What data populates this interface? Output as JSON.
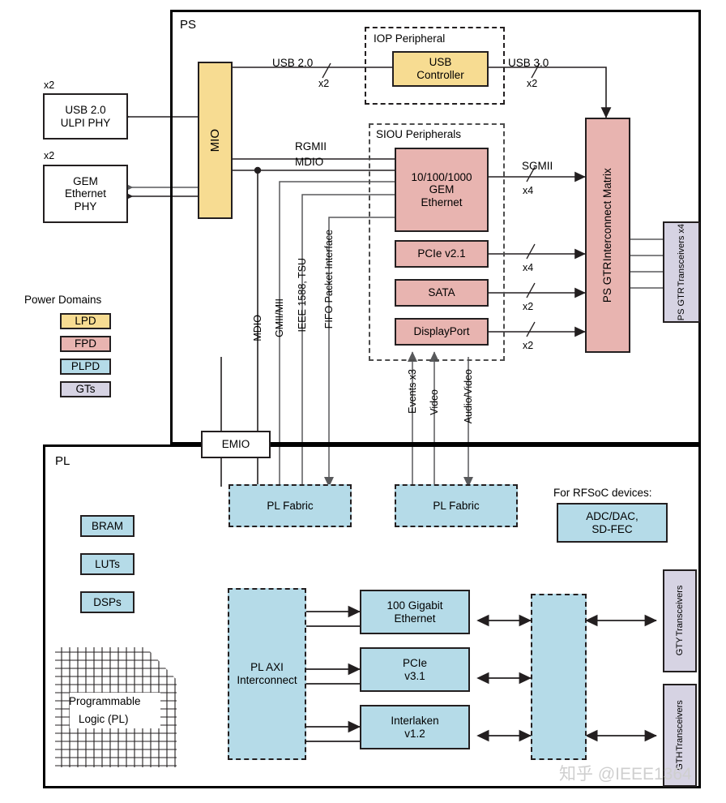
{
  "diagram": {
    "title_ps": "PS",
    "title_pl": "PL",
    "watermark": "知乎 @IEEE1364"
  },
  "ps": {
    "mio": "MIO",
    "emio": "EMIO",
    "iop_group": "IOP Peripheral",
    "usb_controller": "USB\nController",
    "usb_controller_l1": "USB",
    "usb_controller_l2": "Controller",
    "siou_group": "SIOU Peripherals",
    "gem": {
      "l1": "10/100/1000",
      "l2": "GEM",
      "l3": "Ethernet"
    },
    "pcie": "PCIe v2.1",
    "sata": "SATA",
    "displayport": "DisplayPort",
    "gtr_matrix_l1": "PS GTR",
    "gtr_matrix_l2": "Interconnect Matrix",
    "gtr_xcvr_l1": "PS GTR",
    "gtr_xcvr_l2": "Transceivers x4"
  },
  "external": {
    "usb_phy_mult": "x2",
    "usb_phy_l1": "USB 2.0",
    "usb_phy_l2": "ULPI PHY",
    "gem_phy_mult": "x2",
    "gem_phy_l1": "GEM",
    "gem_phy_l2": "Ethernet",
    "gem_phy_l3": "PHY"
  },
  "signals": {
    "usb20": "USB 2.0",
    "usb20_mult": "x2",
    "usb30": "USB 3.0",
    "usb30_mult": "x2",
    "rgmii": "RGMII",
    "mdio_top": "MDIO",
    "sgmii": "SGMII",
    "sgmii_mult": "x4",
    "pcie_mult": "x4",
    "sata_mult": "x2",
    "dp_mult": "x2",
    "v_mdio": "MDIO",
    "v_gmii": "GMII/MII",
    "v_ieee1588": "IEEE 1588, TSU",
    "v_fifo": "FIFO Packet Interface",
    "v_events": "Events x3",
    "v_video": "Video",
    "v_audio_video": "Audio/Video"
  },
  "power_domains": {
    "title": "Power Domains",
    "items": [
      {
        "label": "LPD",
        "color": "#f7dc92"
      },
      {
        "label": "FPD",
        "color": "#e8b4b0"
      },
      {
        "label": "PLPD",
        "color": "#b5dbe8"
      },
      {
        "label": "GTs",
        "color": "#d6d3e3"
      }
    ]
  },
  "pl": {
    "fabric_left": "PL Fabric",
    "fabric_right": "PL Fabric",
    "rfsoc_note": "For RFSoC devices:",
    "rfsoc_l1": "ADC/DAC,",
    "rfsoc_l2": "SD-FEC",
    "bram": "BRAM",
    "luts": "LUTs",
    "dsps": "DSPs",
    "prog_logic_l1": "Programmable",
    "prog_logic_l2": "Logic (PL)",
    "axi_l1": "PL AXI",
    "axi_l2": "Interconnect",
    "eth100g_l1": "100 Gigabit",
    "eth100g_l2": "Ethernet",
    "pcie_l1": "PCIe",
    "pcie_l2": "v3.1",
    "interlaken_l1": "Interlaken",
    "interlaken_l2": "v1.2",
    "gty_l1": "GTY",
    "gty_l2": "Transceivers",
    "gth_l1": "GTH",
    "gth_l2": "Transceivers"
  }
}
